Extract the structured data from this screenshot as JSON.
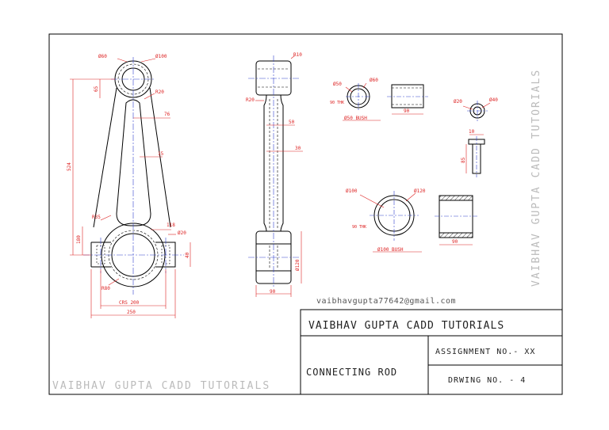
{
  "title_block": {
    "company": "VAIBHAV GUPTA CADD TUTORIALS",
    "drawing_title": "CONNECTING ROD",
    "assignment": "ASSIGNMENT NO.- XX",
    "drawing_no": "DRWING NO. - 4",
    "email": "vaibhavgupta77642@gmail.com"
  },
  "watermarks": {
    "bottom": "VAIBHAV GUPTA CADD TUTORIALS",
    "side": "VAIBHAV GUPTA CADD TUTORIALS"
  },
  "front_view": {
    "d_small_eye": "Ø60",
    "d_small_outer": "Ø100",
    "r_neck": "R20",
    "h_65": "65",
    "w_76": "76",
    "w_15": "15",
    "h_total": "524",
    "r_35": "R35",
    "w_118": "118",
    "d_20": "Ø20",
    "h_180": "180",
    "h_40": "40",
    "r_80": "R80",
    "crs": "CRS 200",
    "w_250": "250"
  },
  "side_view": {
    "r_10": "R10",
    "r_20": "R20",
    "w_50": "50",
    "w_30": "30",
    "d_120": "Ø120",
    "w_90": "90"
  },
  "small_bush": {
    "d_inner": "Ø50",
    "d_outer": "Ø60",
    "thk": "90 THK",
    "label": "Ø50 BUSH",
    "len": "90"
  },
  "pin": {
    "d_inner": "Ø20",
    "d_outer": "Ø40",
    "head": "10",
    "len": "85"
  },
  "big_bush": {
    "d_inner": "Ø100",
    "d_outer": "Ø120",
    "thk": "90 THK",
    "label": "Ø100 BUSH",
    "len": "90"
  },
  "colors": {
    "outline": "#000000",
    "dimension": "#dd2222",
    "centerline": "#3344cc",
    "watermark": "#bbbbbb"
  }
}
